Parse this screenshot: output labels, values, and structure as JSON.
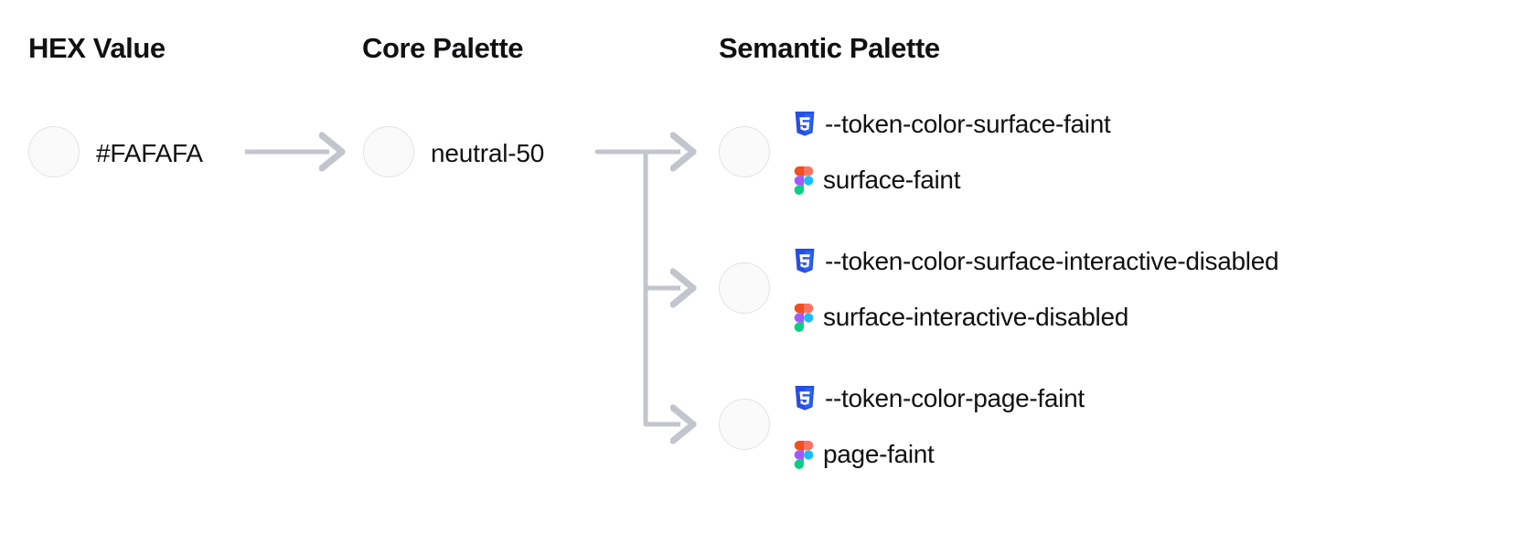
{
  "columns": {
    "hex": {
      "heading": "HEX Value"
    },
    "core": {
      "heading": "Core Palette"
    },
    "semantic": {
      "heading": "Semantic Palette"
    }
  },
  "hex_value": {
    "swatch_color": "#FAFAFA",
    "label": "#FAFAFA"
  },
  "core_value": {
    "swatch_color": "#FAFAFA",
    "label": "neutral-50"
  },
  "semantic_tokens": [
    {
      "swatch_color": "#FAFAFA",
      "css_icon": "css3-icon",
      "css_token": "--token-color-surface-faint",
      "figma_icon": "figma-icon",
      "figma_token": "surface-faint"
    },
    {
      "swatch_color": "#FAFAFA",
      "css_icon": "css3-icon",
      "css_token": "--token-color-surface-interactive-disabled",
      "figma_icon": "figma-icon",
      "figma_token": "surface-interactive-disabled"
    },
    {
      "swatch_color": "#FAFAFA",
      "css_icon": "css3-icon",
      "css_token": "--token-color-page-faint",
      "figma_icon": "figma-icon",
      "figma_token": "page-faint"
    }
  ],
  "colors": {
    "text": "#111114",
    "connector": "#c3c5cd",
    "swatch_fill": "#FAFAFA",
    "swatch_border": "#E3E3E6",
    "css_blue": "#264DE4",
    "css_blue_light": "#2965F1",
    "figma_orange": "#F24E1E",
    "figma_red": "#FF7262",
    "figma_purple": "#A259FF",
    "figma_blue": "#1ABCFE",
    "figma_green": "#0ACF83"
  }
}
